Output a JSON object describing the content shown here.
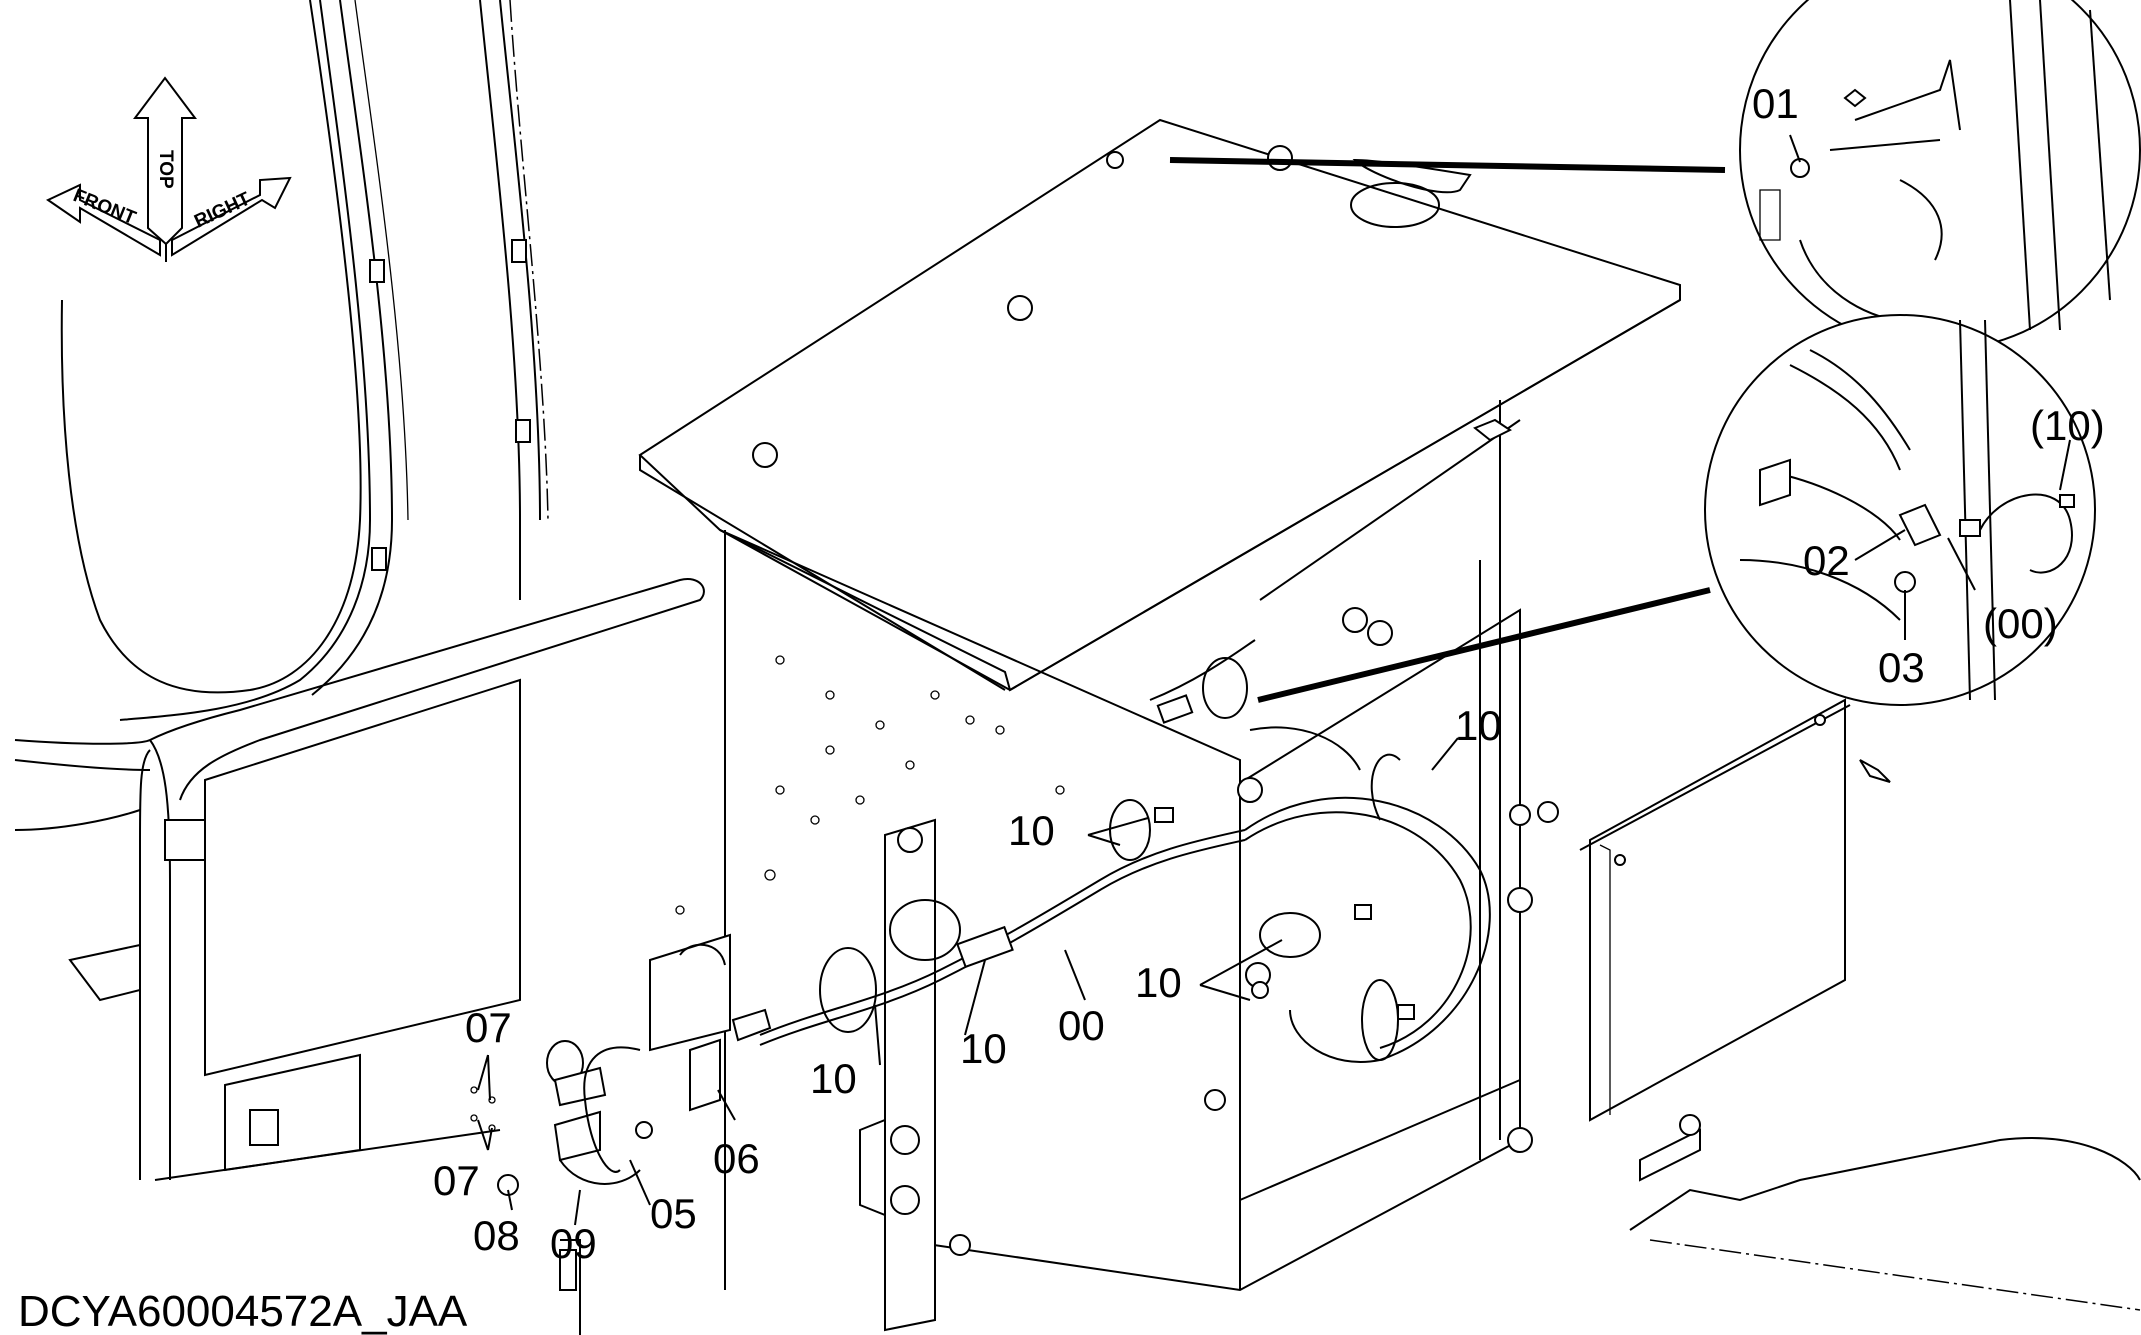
{
  "drawing": {
    "id_label": "DCYA60004572A_JAA",
    "orientation_labels": {
      "front": "FRONT",
      "top": "TOP",
      "right": "RIGHT"
    },
    "callouts": {
      "c01": "01",
      "c02": "02",
      "c03": "03",
      "c00_detail": "(00)",
      "c10_detail": "(10)",
      "c10_a": "10",
      "c10_b": "10",
      "c10_c": "10",
      "c10_d": "10",
      "c10_e": "10",
      "c00": "00",
      "c05": "05",
      "c06": "06",
      "c07_a": "07",
      "c07_b": "07",
      "c08": "08",
      "c09": "09"
    }
  }
}
